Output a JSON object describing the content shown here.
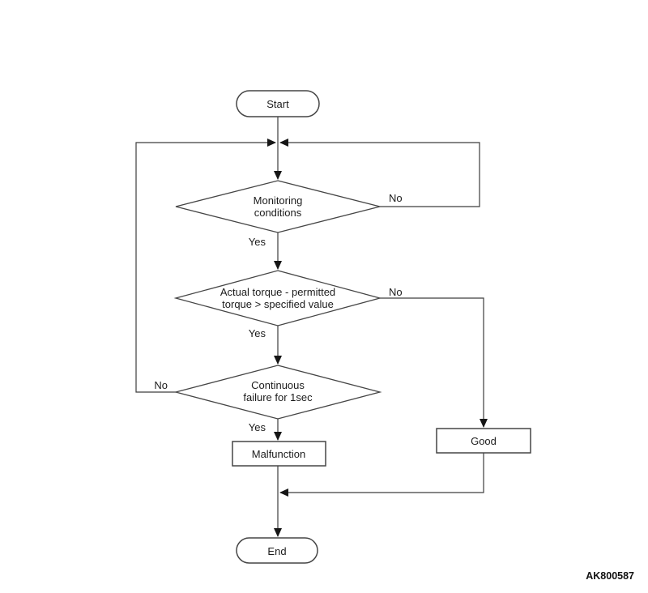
{
  "figure": {
    "code": "AK800587"
  },
  "nodes": {
    "start": {
      "label": "Start"
    },
    "monitoring": {
      "lines": [
        "Monitoring",
        "conditions"
      ]
    },
    "torque": {
      "lines": [
        "Actual torque - permitted",
        "torque > specified value"
      ]
    },
    "continuous": {
      "lines": [
        "Continuous",
        "failure for 1sec"
      ]
    },
    "malfunction": {
      "label": "Malfunction"
    },
    "good": {
      "label": "Good"
    },
    "end": {
      "label": "End"
    }
  },
  "edges": {
    "monitoring_no_label": "No",
    "monitoring_yes_label": "Yes",
    "torque_no_label": "No",
    "torque_yes_label": "Yes",
    "continuous_no_label": "No",
    "continuous_yes_label": "Yes"
  },
  "colors": {
    "line": "#3d3d3d",
    "shape_stroke": "#454545",
    "arrowhead": "#161616",
    "text": "#1c1c1c",
    "background": "#ffffff"
  }
}
